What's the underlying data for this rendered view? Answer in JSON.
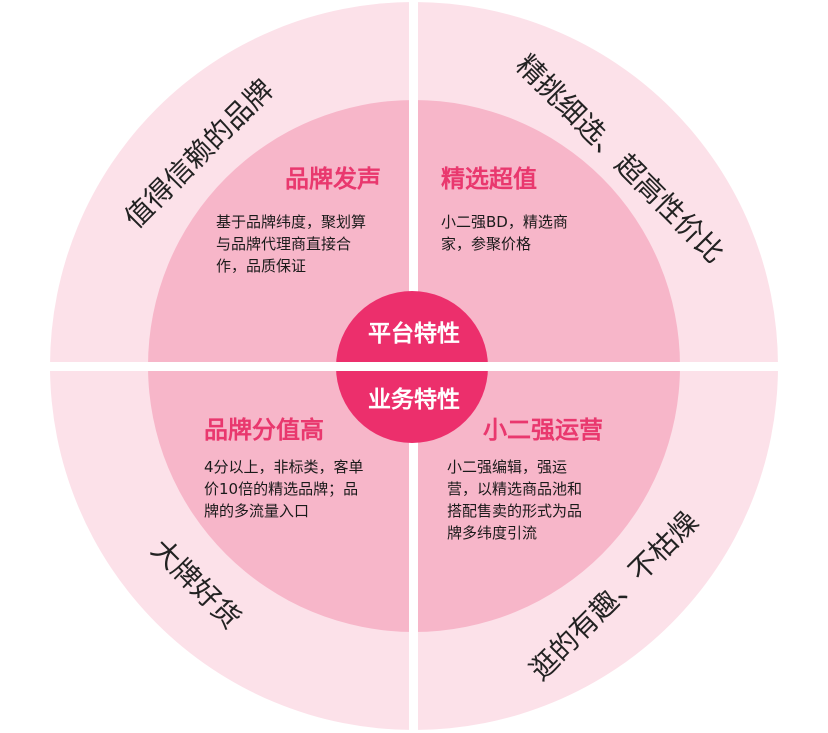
{
  "colors": {
    "outer_ring": "#fce1e9",
    "inner_circle": "#f7b6c9",
    "divider": "#ffffff",
    "center_circle": "#ec2f6c",
    "quadrant_title": "#e9386e"
  },
  "center": {
    "top_label": "平台特性",
    "bottom_label": "业务特性"
  },
  "outer_labels": {
    "top_left": "值得信赖的品牌",
    "top_right": "精挑细选、超高性价比",
    "bottom_left": "大牌好货",
    "bottom_right": "逛的有趣、不枯燥"
  },
  "quadrants": {
    "top_left": {
      "title": "品牌发声",
      "lines": [
        "基于品牌纬度，聚划算",
        "与品牌代理商直接合",
        "作，品质保证"
      ]
    },
    "top_right": {
      "title": "精选超值",
      "lines": [
        "小二强BD，精选商",
        "家，参聚价格"
      ]
    },
    "bottom_left": {
      "title": "品牌分值高",
      "lines": [
        "4分以上，非标类，客单",
        "价10倍的精选品牌；品",
        "牌的多流量入口"
      ]
    },
    "bottom_right": {
      "title": "小二强运营",
      "lines": [
        "小二强编辑，强运",
        "营，以精选商品池和",
        "搭配售卖的形式为品",
        "牌多纬度引流"
      ]
    }
  }
}
